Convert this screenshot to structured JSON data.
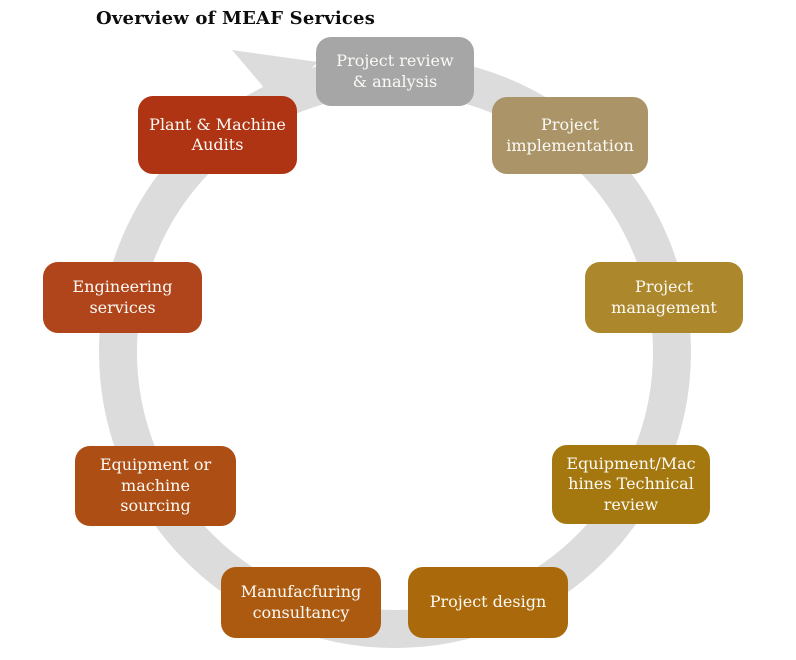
{
  "title": "Overview of MEAF Services",
  "diagram": {
    "type": "cycle",
    "direction": "clockwise",
    "ring_color": "#dcdcdc",
    "text_color": "#fbfaf6",
    "items": [
      {
        "label": "Project review\n& analysis",
        "color": "#a6a6a6"
      },
      {
        "label": "Project\nimplementation",
        "color": "#ab9468"
      },
      {
        "label": "Project\nmanagement",
        "color": "#ac872c"
      },
      {
        "label": "Equipment/Mac\nhines Technical\nreview",
        "color": "#a4780f"
      },
      {
        "label": "Project design",
        "color": "#aa6a0c"
      },
      {
        "label": "Manufacfuring\nconsultancy",
        "color": "#ac5a10"
      },
      {
        "label": "Equipment or\nmachine\nsourcing",
        "color": "#ad4f15"
      },
      {
        "label": "Engineering\nservices",
        "color": "#b0441a"
      },
      {
        "label": "Plant & Machine\nAudits",
        "color": "#ae3413"
      }
    ]
  }
}
